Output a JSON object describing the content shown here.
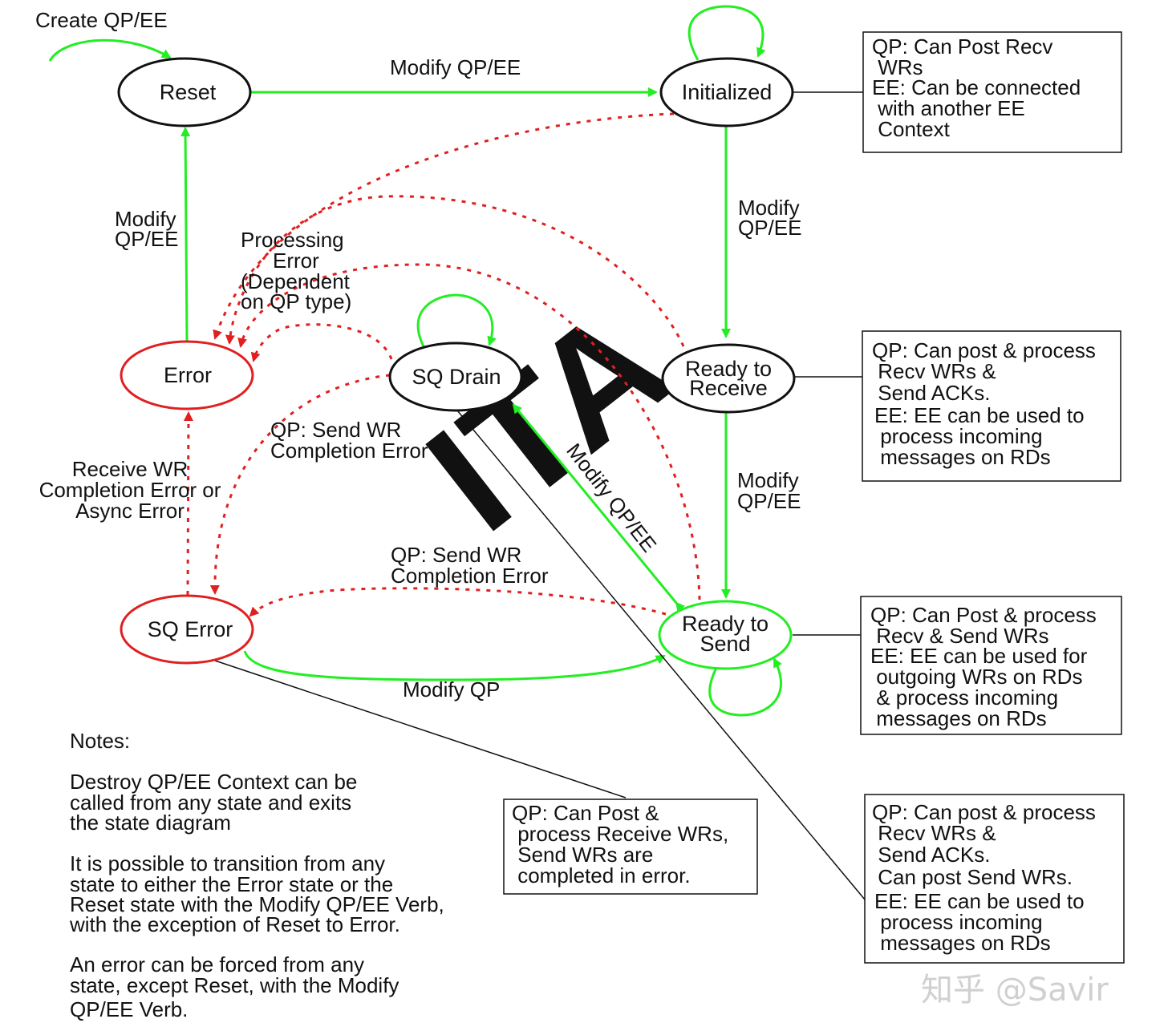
{
  "states": {
    "reset": "Reset",
    "initialized": "Initialized",
    "error": "Error",
    "sq_drain": "SQ Drain",
    "rtr": [
      "Ready to",
      "Receive"
    ],
    "sq_error": "SQ Error",
    "rts": [
      "Ready to",
      "Send"
    ]
  },
  "labels": {
    "create": "Create QP/EE",
    "reset_to_init": "Modify QP/EE",
    "error_to_reset": [
      "Modify",
      "QP/EE"
    ],
    "init_to_rtr": [
      "Modify",
      "QP/EE"
    ],
    "rtr_to_rts": [
      "Modify",
      "QP/EE"
    ],
    "rts_sqd": "Modify QP/EE",
    "processing_error": [
      "Processing",
      "Error",
      "(Dependent",
      "on QP type)"
    ],
    "sqd_send_error": [
      "QP: Send WR",
      "Completion Error"
    ],
    "rts_send_error": [
      "QP: Send WR",
      "Completion Error"
    ],
    "recv_error": [
      "Receive WR",
      "Completion Error or",
      "Async Error"
    ],
    "sqe_to_rts": "Modify QP"
  },
  "boxes": {
    "initialized": [
      "QP: Can Post Recv",
      " WRs",
      "EE: Can be connected",
      " with another EE",
      " Context"
    ],
    "rtr": [
      "QP: Can post & process",
      " Recv WRs &",
      " Send ACKs.",
      "EE: EE can be used to",
      " process incoming",
      " messages on RDs"
    ],
    "rts": [
      "QP: Can Post & process",
      " Recv & Send WRs",
      "EE: EE can be used for",
      " outgoing WRs on RDs",
      " & process incoming",
      " messages on RDs"
    ],
    "sq_error": [
      "QP: Can Post &",
      " process Receive WRs,",
      " Send WRs are",
      " completed in error."
    ],
    "sq_drain": [
      "QP: Can post & process",
      " Recv WRs &",
      " Send ACKs.",
      " Can post Send WRs.",
      "EE: EE can be used to",
      " process incoming",
      " messages on RDs"
    ]
  },
  "notes": {
    "heading": "Notes:",
    "p1": [
      "Destroy QP/EE Context can be",
      "called from any state and exits",
      "the state diagram"
    ],
    "p2": [
      "It is possible to transition from any",
      "state to either the Error state or the",
      "Reset state with the Modify QP/EE Verb,",
      "with the exception of Reset to Error."
    ],
    "p3": [
      "An error can be forced from any",
      "state, except Reset, with the Modify",
      "QP/EE Verb."
    ]
  },
  "watermark": "知乎 @Savir",
  "colors": {
    "green": "#22ee22",
    "red": "#e02020",
    "black": "#111111"
  }
}
